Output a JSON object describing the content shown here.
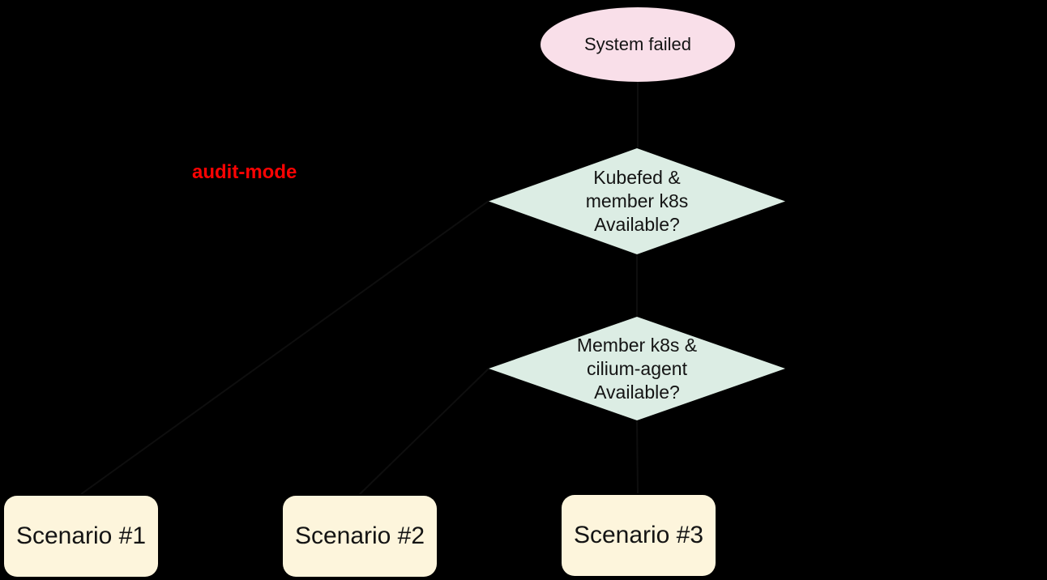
{
  "diagram": {
    "background_color": "#000000",
    "text_color": "#141414",
    "nodes": {
      "start": {
        "type": "ellipse",
        "label": "System failed",
        "fill": "#f9dfe9"
      },
      "decision1": {
        "type": "diamond",
        "lines": [
          "Kubefed &",
          "member k8s",
          "Available?"
        ],
        "fill": "#dcede4"
      },
      "decision2": {
        "type": "diamond",
        "lines": [
          "Member k8s &",
          "cilium-agent",
          "Available?"
        ],
        "fill": "#dcede4"
      },
      "scenario1": {
        "type": "rounded-rect",
        "label": "Scenario #1",
        "fill": "#fdf5dc"
      },
      "scenario2": {
        "type": "rounded-rect",
        "label": "Scenario #2",
        "fill": "#fdf5dc"
      },
      "scenario3": {
        "type": "rounded-rect",
        "label": "Scenario #3",
        "fill": "#fdf5dc"
      }
    },
    "edge_labels": {
      "audit_mode": {
        "text": "audit-mode",
        "color": "#fb0303"
      }
    },
    "connectors": [
      {
        "from": "start",
        "to": "decision1",
        "color": "#000000"
      },
      {
        "from": "decision1",
        "to": "decision2",
        "color": "#000000"
      },
      {
        "from": "decision1",
        "to": "scenario1",
        "color": "#000000"
      },
      {
        "from": "decision2",
        "to": "scenario2",
        "color": "#000000"
      },
      {
        "from": "decision2",
        "to": "scenario3",
        "color": "#000000"
      }
    ]
  }
}
